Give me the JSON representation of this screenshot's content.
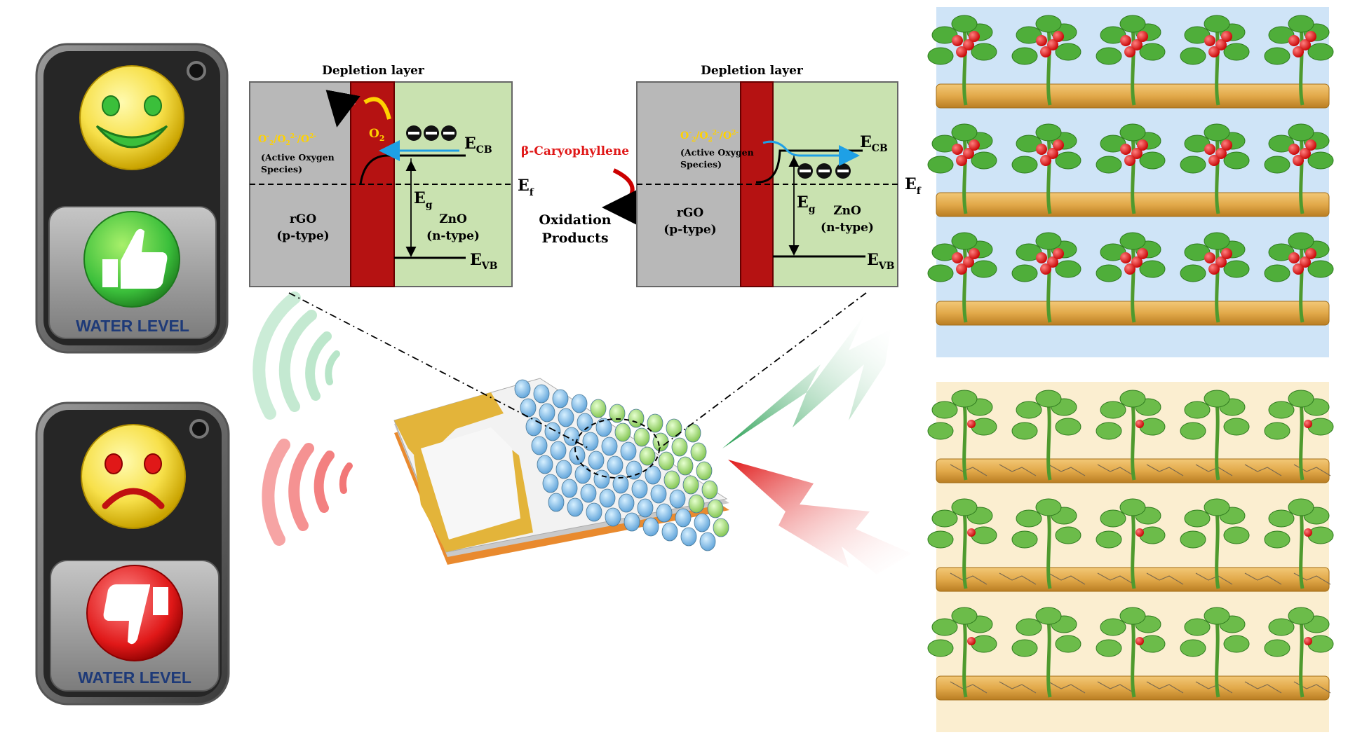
{
  "colors": {
    "good": "#3bbf3b",
    "bad": "#e01818",
    "rgo": "#b8b8b8",
    "zno": "#c9e2b0",
    "depletion": "#b51212",
    "active_species": "#ffd200",
    "caryophyllene": "#e01818",
    "arrow_blue": "#1ea0e6"
  },
  "icons": {
    "smiley": "smiley-face-icon",
    "frown": "sad-face-icon",
    "thumbs_up": "thumbs-up-icon",
    "thumbs_down": "thumbs-down-icon",
    "signal": "wireless-signal-icon",
    "bolt": "lightning-bolt-icon",
    "plant": "tomato-plant-icon"
  },
  "devices": {
    "good": {
      "label": "WATER LEVEL"
    },
    "bad": {
      "label": "WATER LEVEL"
    }
  },
  "left_band": {
    "title": "Depletion layer",
    "species_1": "O",
    "species_1_sup": "-",
    "species_1_sub": "2",
    "species_2": "/O",
    "species_2_sub": "2",
    "species_2_sup": "2-",
    "species_3": "/O",
    "species_3_sup": "2-",
    "species_note": "(Active Oxygen",
    "species_note2": "Species)",
    "o2": "O",
    "o2_sub": "2",
    "ecb": "E",
    "ecb_sub": "CB",
    "evb": "E",
    "evb_sub": "VB",
    "ef": "E",
    "ef_sub": "f",
    "eg": "E",
    "eg_sub": "g",
    "rgo": "rGO",
    "rgo_type": "(p-type)",
    "zno": "ZnO",
    "zno_type": "(n-type)"
  },
  "right_band": {
    "title": "Depletion layer",
    "species_1": "O",
    "species_1_sup": "-",
    "species_1_sub": "2",
    "species_2": "/O",
    "species_2_sub": "2",
    "species_2_sup": "2-",
    "species_3": "/O",
    "species_3_sup": "2-",
    "species_note": "(Active Oxygen",
    "species_note2": "Species)",
    "ecb": "E",
    "ecb_sub": "CB",
    "evb": "E",
    "evb_sub": "VB",
    "ef": "E",
    "ef_sub": "f",
    "eg": "E",
    "eg_sub": "g",
    "rgo": "rGO",
    "rgo_type": "(p-type)",
    "zno": "ZnO",
    "zno_type": "(n-type)"
  },
  "reaction": {
    "analyte": "β-Caryophyllene",
    "product_1": "Oxidation",
    "product_2": "Products"
  }
}
